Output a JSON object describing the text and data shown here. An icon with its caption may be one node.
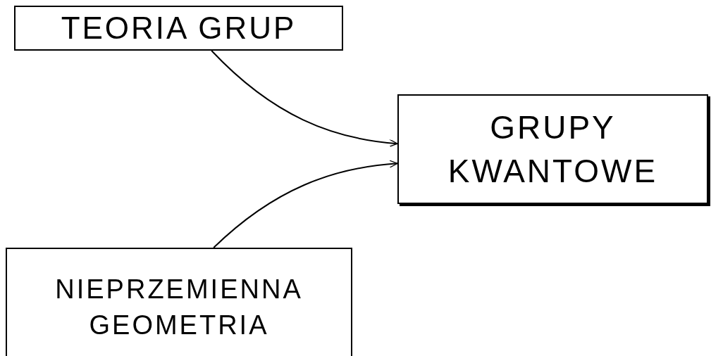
{
  "diagram": {
    "nodes": [
      {
        "text": [
          "TEORIA GRUP"
        ]
      },
      {
        "text": [
          "GRUPY KWANTOWE"
        ]
      },
      {
        "text": [
          "NIEPRZEMIENNA GEOMETRIA"
        ]
      }
    ],
    "edges": [
      {
        "from": 0,
        "to": 1,
        "arrow": "to"
      },
      {
        "from": 2,
        "to": 1,
        "arrow": "to"
      }
    ]
  }
}
